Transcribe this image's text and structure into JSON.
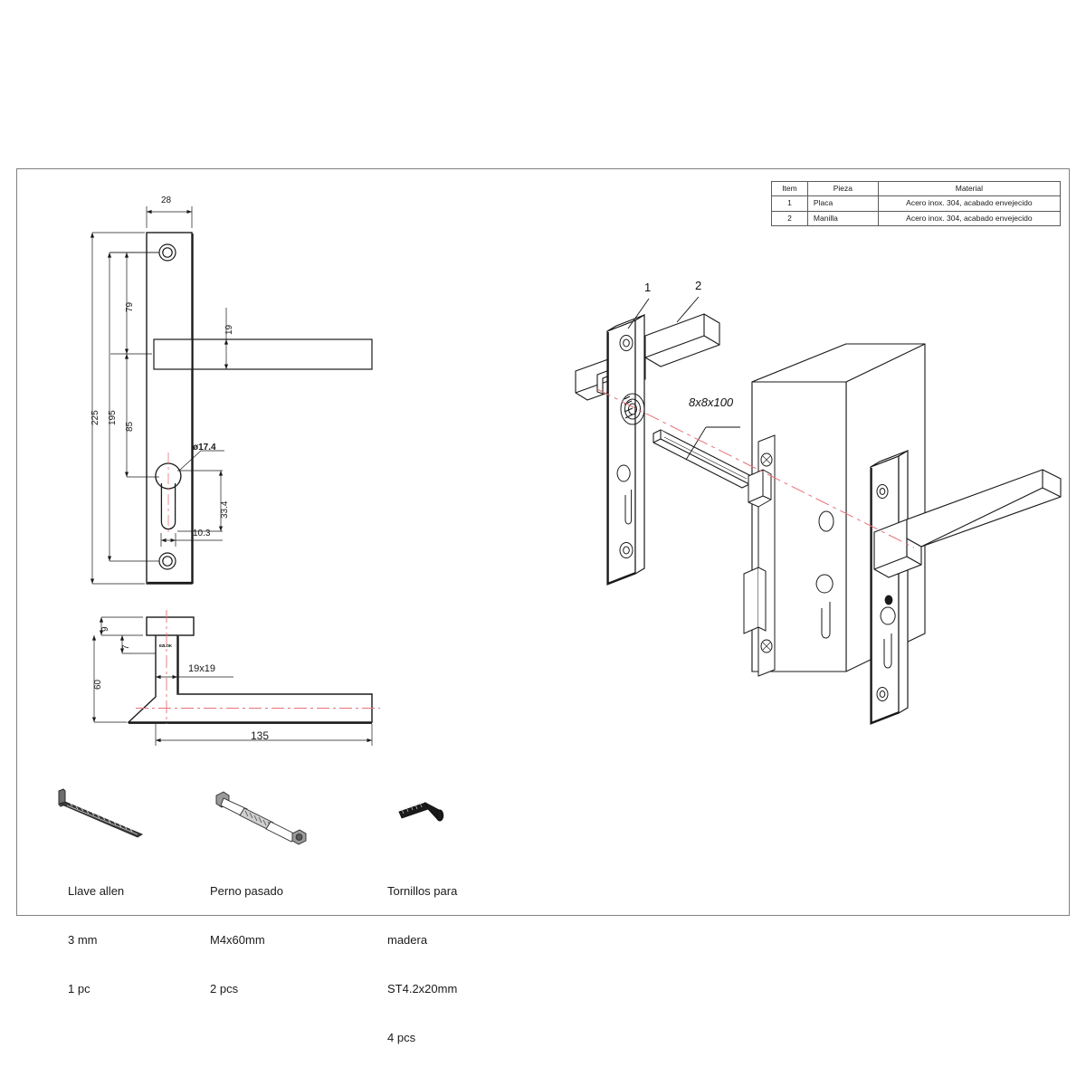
{
  "drawing": {
    "title": "Door lever handle on plate - assembly drawing",
    "units": "mm",
    "line_color": "#1a1a1a",
    "frame_color": "#808080",
    "centerline_color": "#e8717a"
  },
  "bom": {
    "headers": [
      "Item",
      "Pieza",
      "Material"
    ],
    "rows": [
      {
        "item": "1",
        "pieza": "Placa",
        "material": "Acero inox. 304, acabado envejecido"
      },
      {
        "item": "2",
        "pieza": "Manilla",
        "material": "Acero inox. 304, acabado envejecido"
      }
    ]
  },
  "front_view": {
    "dims": {
      "width_28": "28",
      "top_hole_79": "79",
      "lever_thk_19": "19",
      "overall_225": "225",
      "hole_spacing_195": "195",
      "to_cyl_85": "85",
      "cyl_dia": "ø17.4",
      "cyl_len_33_4": "33.4",
      "cyl_offset_10_3": "10.3"
    }
  },
  "side_view": {
    "dims": {
      "rose_9": "9",
      "neck_7": "7",
      "height_60": "60",
      "section_19x19": "19x19",
      "length_135": "135"
    },
    "logo_mark": "EZLOK"
  },
  "iso_view": {
    "balloons": [
      "1",
      "2"
    ],
    "spindle_label": "8x8x100"
  },
  "hardware": [
    {
      "icon": "allen-key-icon",
      "lines": [
        "Llave allen",
        "3 mm",
        "1 pc"
      ]
    },
    {
      "icon": "through-bolt-icon",
      "lines": [
        "Perno pasado",
        "M4x60mm",
        "2 pcs"
      ]
    },
    {
      "icon": "wood-screw-icon",
      "lines": [
        "Tornillos para",
        "madera",
        "ST4.2x20mm",
        "4 pcs"
      ]
    }
  ]
}
